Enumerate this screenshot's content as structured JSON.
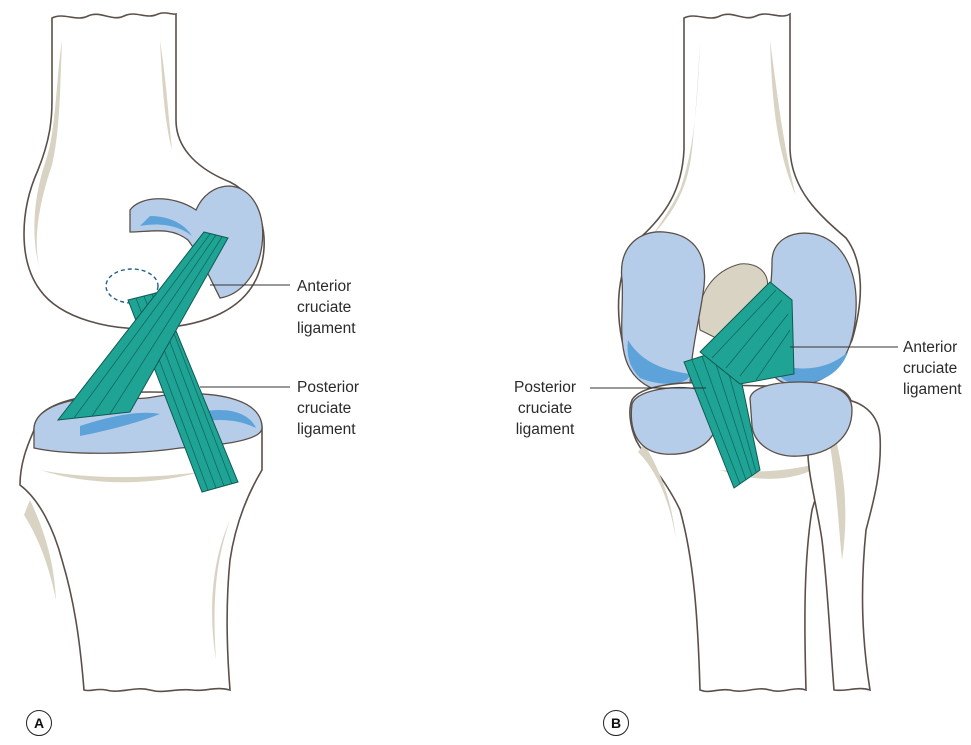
{
  "panels": [
    {
      "letter": "A",
      "labels": {
        "anterior": [
          "Anterior",
          "cruciate",
          "ligament"
        ],
        "posterior": [
          "Posterior",
          "cruciate",
          "ligament"
        ]
      }
    },
    {
      "letter": "B",
      "labels": {
        "posterior": [
          "Posterior",
          "cruciate",
          "ligament"
        ],
        "anterior": [
          "Anterior",
          "cruciate",
          "ligament"
        ]
      }
    }
  ],
  "colors": {
    "bone": "#ffffff",
    "bone_outline": "#5b5049",
    "bone_shading": "#d9d3c4",
    "cartilage": "#b6cde9",
    "cartilage_dark": "#5da2d8",
    "ligament": "#1ea394",
    "ligament_lines": "#0f5a52"
  }
}
